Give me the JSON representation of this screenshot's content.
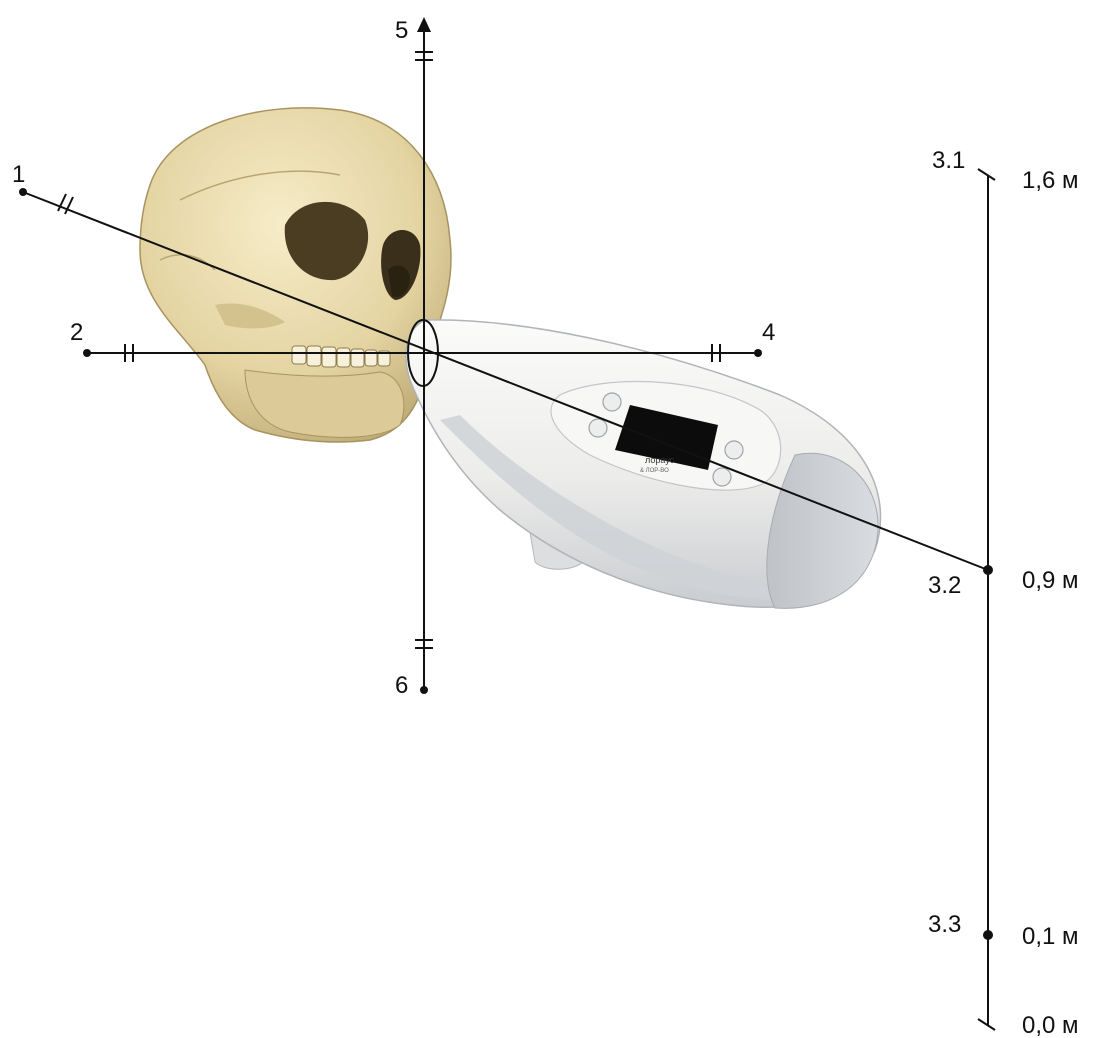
{
  "axes": {
    "label_1": "1",
    "label_2": "2",
    "label_4": "4",
    "label_5": "5",
    "label_6": "6"
  },
  "scale": {
    "points": [
      {
        "id": "3.1",
        "value": "1,6 м"
      },
      {
        "id": "3.2",
        "value": "0,9 м"
      },
      {
        "id": "3.3",
        "value": "0,1 м"
      },
      {
        "id": "",
        "value": "0,0 м"
      }
    ]
  },
  "device": {
    "brand": "лорaус",
    "model": "& ЛОР-ВО"
  },
  "colors": {
    "line": "#111111",
    "skull": "#e9dcb0",
    "device_body": "#f0f0ee",
    "device_shadow": "#cfd2d6",
    "screen": "#0c0c0c"
  }
}
